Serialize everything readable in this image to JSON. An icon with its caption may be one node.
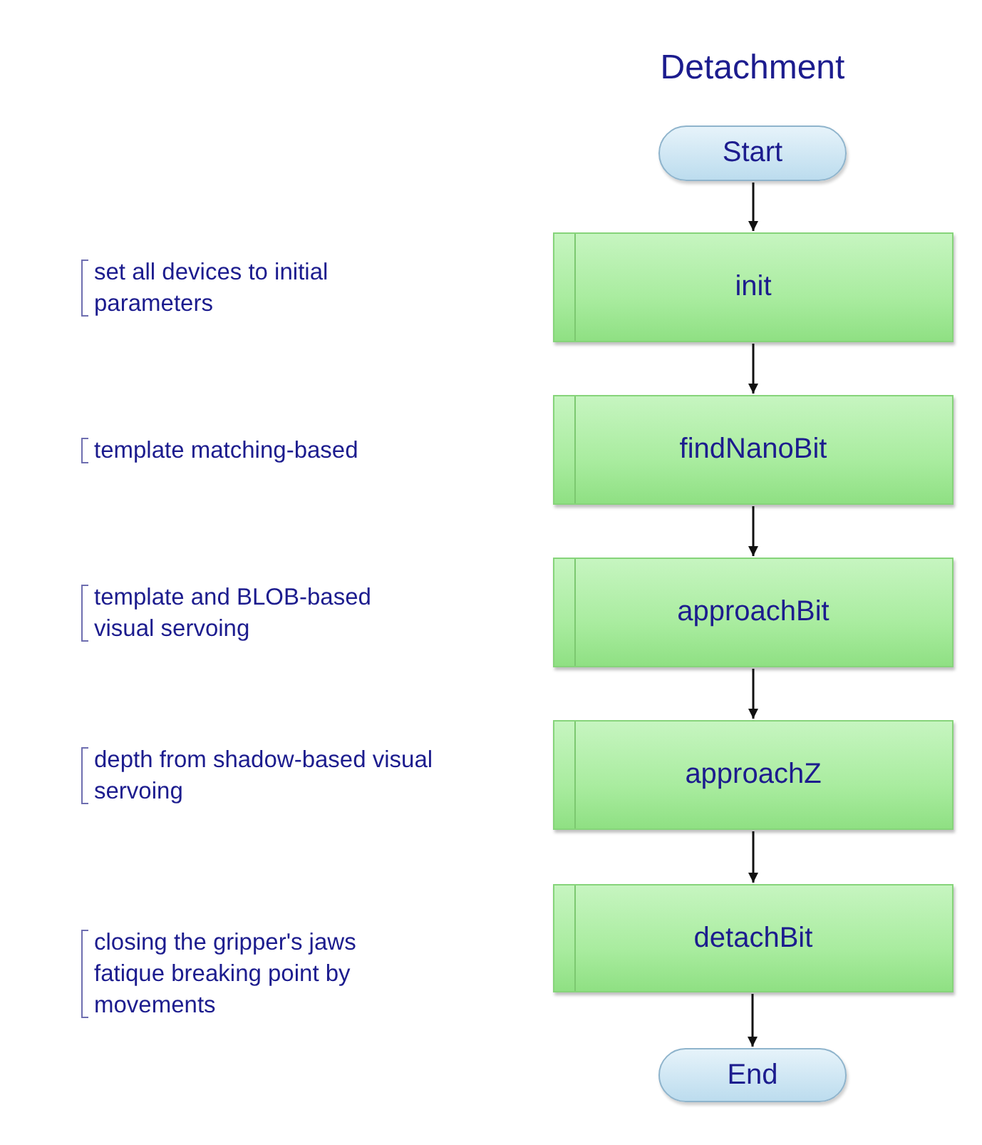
{
  "diagram": {
    "title": "Detachment",
    "nodes": [
      {
        "text": [
          "Start"
        ]
      },
      {
        "text": [
          "init"
        ]
      },
      {
        "text": [
          "findNanoBit"
        ]
      },
      {
        "text": [
          "approachBit"
        ]
      },
      {
        "text": [
          "approachZ"
        ]
      },
      {
        "text": [
          "detachBit"
        ]
      },
      {
        "text": [
          "End"
        ]
      }
    ],
    "edges": [
      {
        "from": 0,
        "to": 1,
        "arrow": "to"
      },
      {
        "from": 1,
        "to": 2,
        "arrow": "to"
      },
      {
        "from": 2,
        "to": 3,
        "arrow": "to"
      },
      {
        "from": 3,
        "to": 4,
        "arrow": "to"
      },
      {
        "from": 4,
        "to": 5,
        "arrow": "to"
      },
      {
        "from": 5,
        "to": 6,
        "arrow": "to"
      }
    ],
    "labels": [
      "set all devices to initial parameters",
      "template matching-based",
      "template and BLOB-based visual servoing",
      "depth from shadow-based visual servoing",
      "closing the gripper's jaws fatique breaking point by movements"
    ]
  }
}
